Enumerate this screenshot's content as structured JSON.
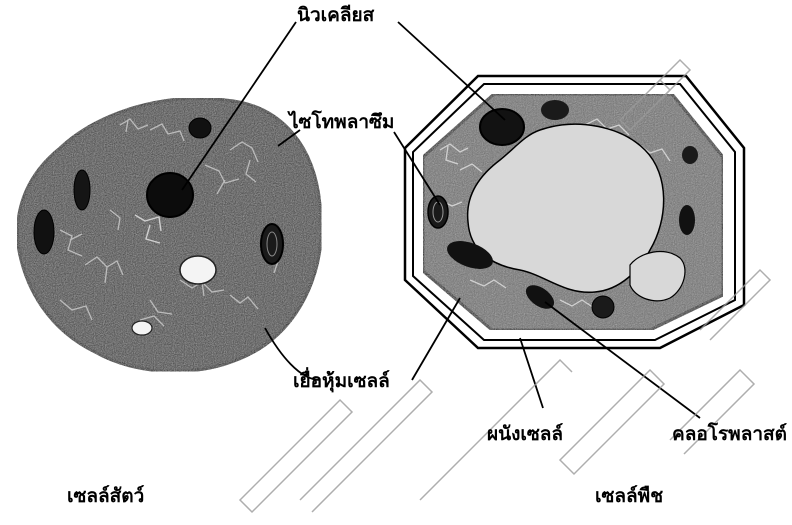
{
  "labels": {
    "nucleus": "นิวเคลียส",
    "cytoplasm": "ไซโทพลาซึม",
    "cell_membrane": "เยื่อหุ้มเซลล์",
    "cell_wall": "ผนังเซลล์",
    "chloroplast": "คลอโรพลาสต์",
    "animal_cell": "เซลล์สัตว์",
    "plant_cell": "เซลล์พืช"
  },
  "colors": {
    "ink": "#000000",
    "animal_fill": "#3a3a3a",
    "plant_cytoplasm": "#6e6e6e",
    "vacuole": "#d8d8d8",
    "watermark": "#9a9a9a"
  }
}
